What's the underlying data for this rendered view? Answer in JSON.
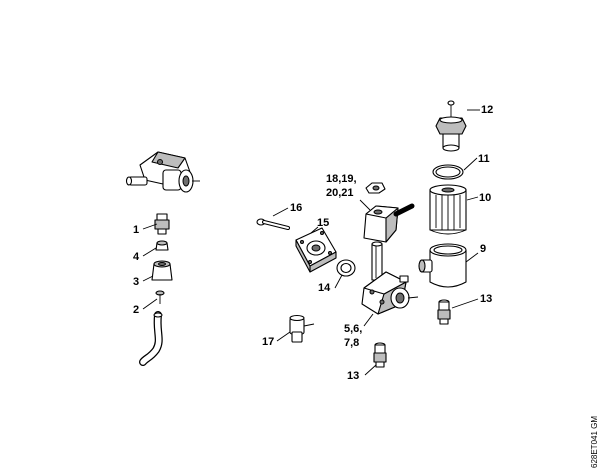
{
  "diagram": {
    "callouts": {
      "c1": "1",
      "c2": "2",
      "c3": "3",
      "c4": "4",
      "c9": "9",
      "c10": "10",
      "c11": "11",
      "c12": "12",
      "c13a": "13",
      "c13b": "13",
      "c14": "14",
      "c15": "15",
      "c16": "16",
      "c17": "17",
      "c18a": "18,19,",
      "c18b": "20,21",
      "c5a": "5,6,",
      "c5b": "7,8"
    },
    "drawing_code": "628ET041 GM"
  }
}
